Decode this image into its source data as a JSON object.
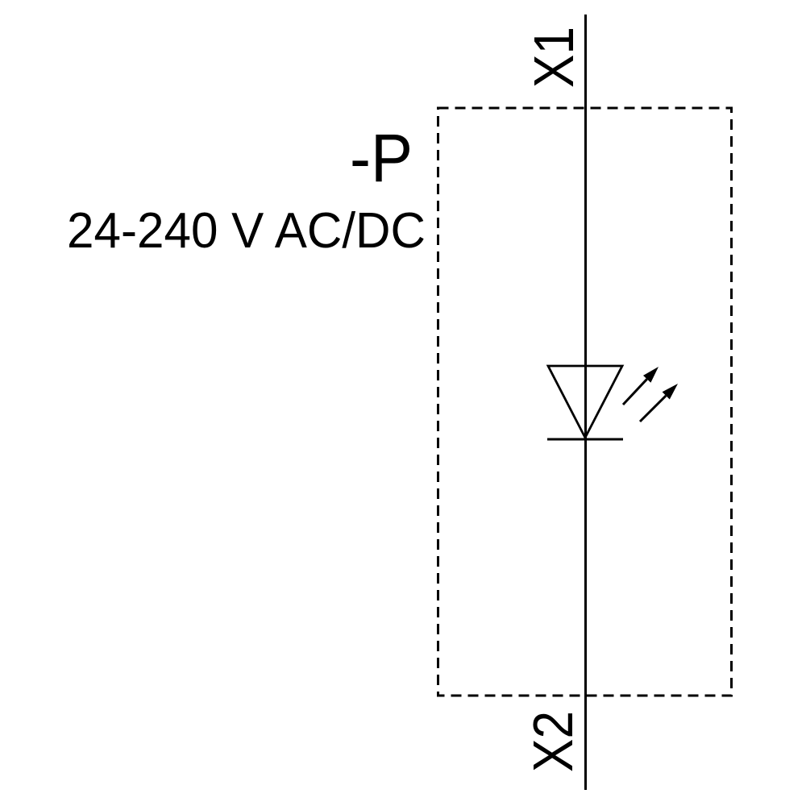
{
  "schematic": {
    "background_color": "#ffffff",
    "line_color": "#000000",
    "terminals": {
      "top": "X1",
      "bottom": "X2"
    },
    "device": {
      "designation": "-P",
      "voltage_rating": "24-240 V AC/DC"
    },
    "symbols": {
      "conductor": "vertical-conductor-line",
      "enclosure": "dashed-enclosure-box",
      "led": "led-indicator-symbol",
      "emission": "light-emission-arrows"
    }
  }
}
